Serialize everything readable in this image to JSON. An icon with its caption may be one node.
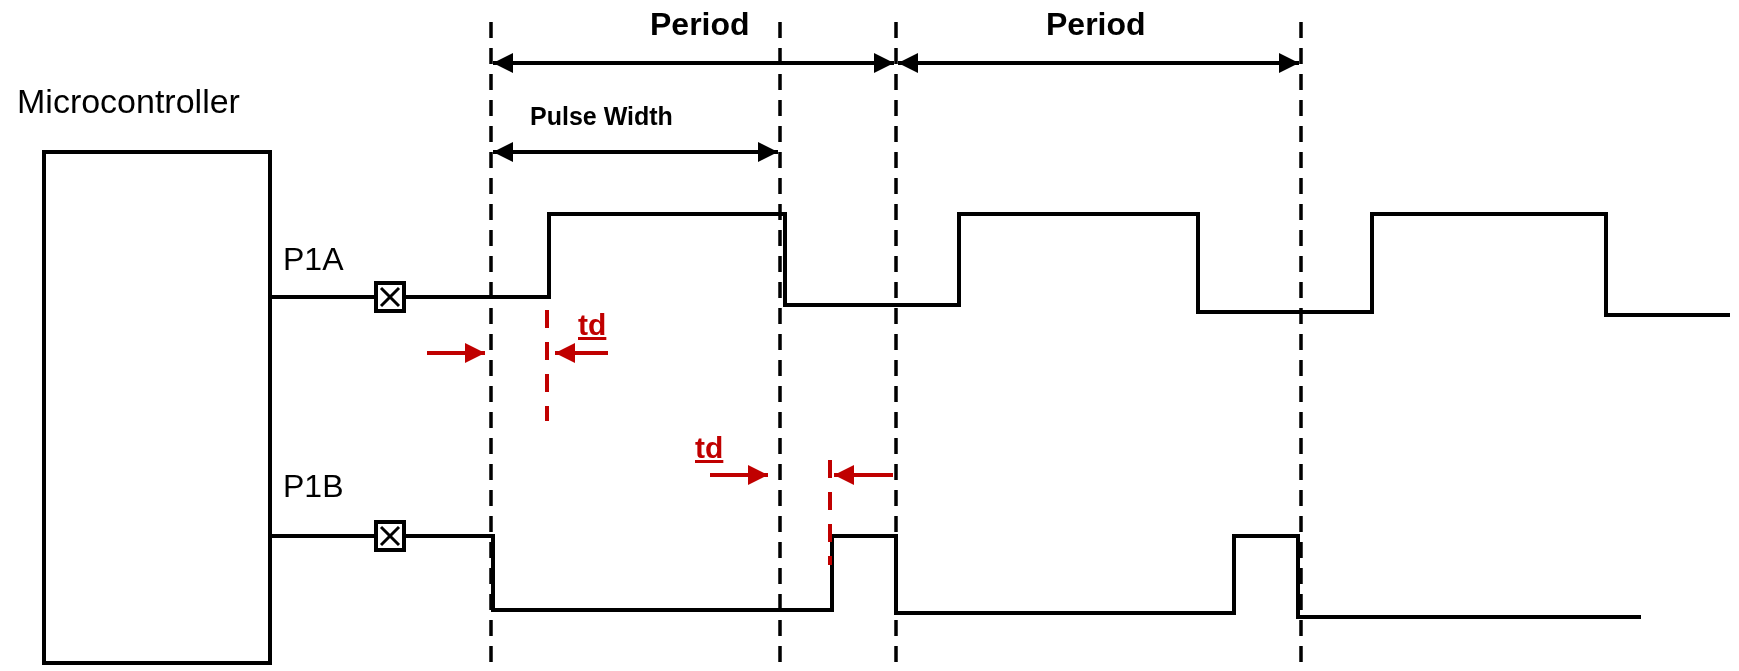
{
  "diagram": {
    "nodes": [
      {
        "text": [
          "Microcontroller"
        ]
      }
    ],
    "labels": [
      "Period",
      "Period",
      "Pulse Width",
      "P1A",
      "td",
      "td",
      "P1B"
    ]
  }
}
